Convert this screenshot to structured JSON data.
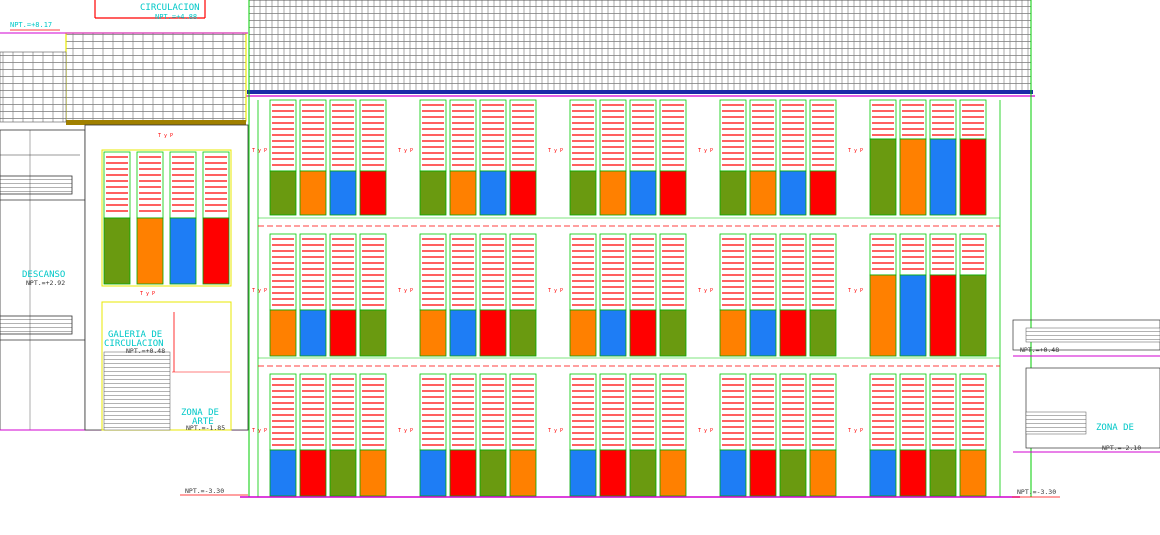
{
  "labels": {
    "circulacion": "CIRCULACION",
    "npt_top_left": "NPT.=+8.17",
    "npt_circulacion": "NPT.=+4.88",
    "descanso": "DESCANSO",
    "npt_descanso": "NPT.=+2.92",
    "galeria_line1": "GALERIA DE",
    "galeria_line2": "CIRCULACION",
    "npt_galeria": "NPT.=+0.48",
    "zona_arte_left_1": "ZONA DE",
    "zona_arte_left_2": "ARTE",
    "npt_zona_left": "NPT.=-1.85",
    "npt_bottom_left": "NPT.=-3.30",
    "npt_right_mid": "NPT.=+0.48",
    "zona_arte_right": "ZONA DE",
    "npt_zona_right": "NPT.=-2.10",
    "npt_bottom_right": "NPT.=-3.30",
    "typ": "T y P"
  },
  "colors": {
    "green": "#6a9a10",
    "orange": "#ff8000",
    "blue": "#1e7df5",
    "red": "#ff0000",
    "cad_cyan": "#00c8c8",
    "cad_magenta": "#d000d0",
    "cad_red": "#ff0000",
    "cad_green": "#00cc00",
    "cad_yellow": "#e8e800",
    "line_dark": "#333333"
  },
  "panel_rows": [
    [
      "G",
      "O",
      "B",
      "R",
      "G",
      "O",
      "B",
      "R",
      "G",
      "O",
      "B",
      "R",
      "G",
      "O",
      "B",
      "R",
      "G",
      "O",
      "B",
      "R"
    ],
    [
      "O",
      "B",
      "R",
      "G",
      "O",
      "B",
      "R",
      "G",
      "O",
      "B",
      "R",
      "G",
      "O",
      "B",
      "R",
      "G",
      "O",
      "B",
      "R",
      "G"
    ],
    [
      "B",
      "R",
      "G",
      "O",
      "B",
      "R",
      "G",
      "O",
      "B",
      "R",
      "G",
      "O",
      "B",
      "R",
      "G",
      "O",
      "B",
      "R",
      "G",
      "O"
    ]
  ],
  "left_block_panels": [
    "G",
    "O",
    "B",
    "R"
  ]
}
